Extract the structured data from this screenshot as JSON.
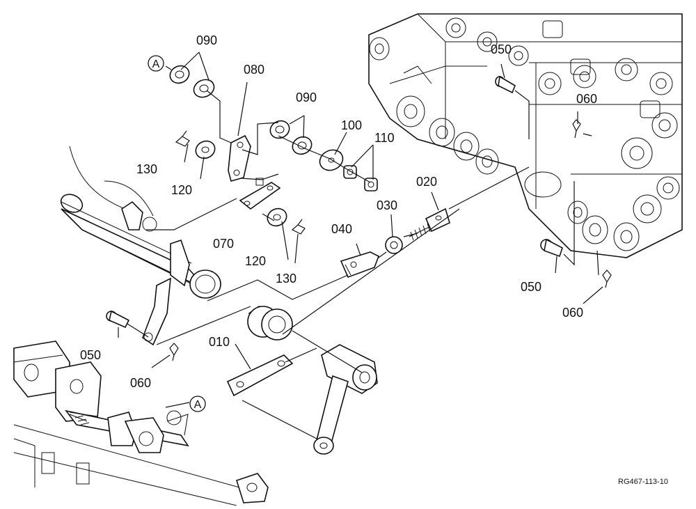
{
  "labels": {
    "p090a": "090",
    "p090b": "090",
    "p080": "080",
    "p050a": "050",
    "p060a": "060",
    "p100": "100",
    "p110": "110",
    "p130a": "130",
    "p120a": "120",
    "p020": "020",
    "p030": "030",
    "p070": "070",
    "p040": "040",
    "p120b": "120",
    "p130b": "130",
    "p050b": "050",
    "p060b": "060",
    "p050c": "050",
    "p010": "010",
    "p060c": "060",
    "refA1": "A",
    "refA2": "A"
  },
  "drawing_code": "RG467-113-10"
}
